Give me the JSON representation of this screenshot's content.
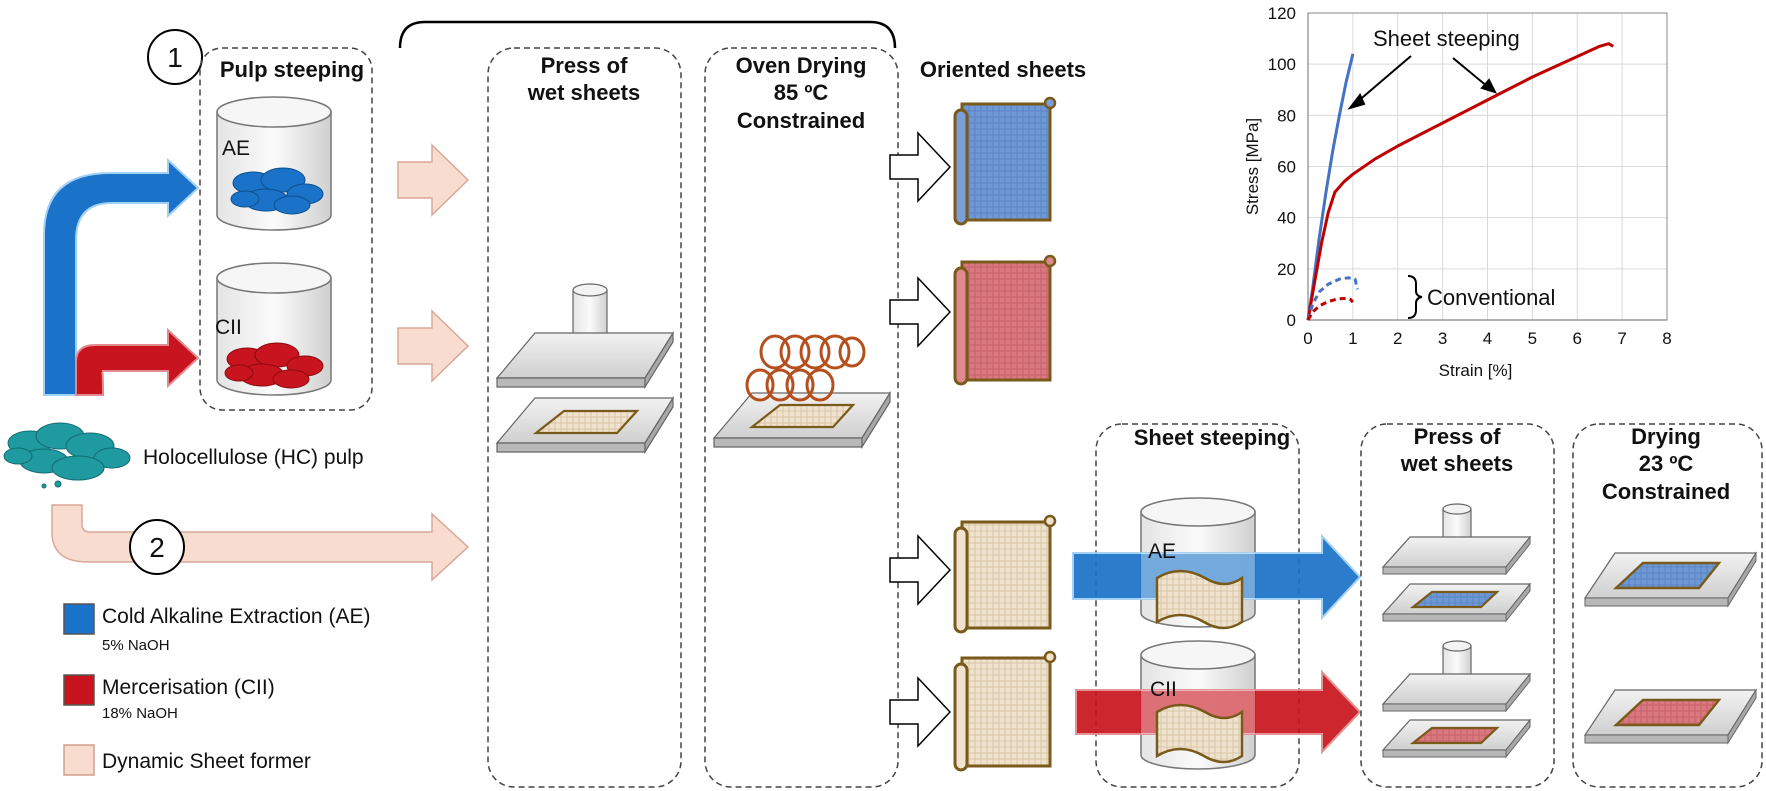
{
  "labels": {
    "step1": "1",
    "step2": "2",
    "pulp_steeping": "Pulp steeping",
    "ae": "AE",
    "cii": "CII",
    "press_line1": "Press of",
    "press_line2": "wet sheets",
    "oven_line1": "Oven Drying",
    "oven_line2": "85 ºC",
    "oven_line3": "Constrained",
    "oriented_sheets": "Oriented sheets",
    "hc_pulp": "Holocellulose (HC) pulp",
    "sheet_steeping_box": "Sheet steeping",
    "ae2": "AE",
    "cii2": "CII",
    "press2_line1": "Press of",
    "press2_line2": "wet sheets",
    "drying_line1": "Drying",
    "drying_line2": "23 ºC",
    "drying_line3": "Constrained"
  },
  "legend": [
    {
      "label": "Cold Alkaline Extraction (AE)",
      "sub": "5% NaOH",
      "color": "#1a73c8"
    },
    {
      "label": "Mercerisation (CII)",
      "sub": "18% NaOH",
      "color": "#c8141e"
    },
    {
      "label": "Dynamic Sheet former",
      "sub": "",
      "color": "#f8dcd0"
    }
  ],
  "colors": {
    "blue": "#1a73c8",
    "red": "#c8141e",
    "peach": "#f8dcd0",
    "teal": "#1f9aa0",
    "copper": "#b5501e",
    "chart_blue": "#4472c4",
    "chart_red": "#c00000"
  },
  "chart_data": {
    "type": "line",
    "xlabel": "Strain [%]",
    "ylabel": "Stress [MPa]",
    "xlim": [
      0,
      8
    ],
    "ylim": [
      0,
      120
    ],
    "xticks": [
      0,
      1,
      2,
      3,
      4,
      5,
      6,
      7,
      8
    ],
    "yticks": [
      0,
      20,
      40,
      60,
      80,
      100,
      120
    ],
    "grid": true,
    "series": [
      {
        "color": "#4472c4",
        "dashed": false,
        "points": [
          [
            0,
            0
          ],
          [
            0.1,
            12
          ],
          [
            0.25,
            32
          ],
          [
            0.4,
            50
          ],
          [
            0.55,
            66
          ],
          [
            0.7,
            80
          ],
          [
            0.85,
            93
          ],
          [
            1.0,
            104
          ]
        ]
      },
      {
        "color": "#c00000",
        "dashed": false,
        "points": [
          [
            0,
            0
          ],
          [
            0.15,
            15
          ],
          [
            0.3,
            30
          ],
          [
            0.45,
            42
          ],
          [
            0.6,
            50
          ],
          [
            0.8,
            54
          ],
          [
            1.0,
            57
          ],
          [
            1.5,
            63
          ],
          [
            2.0,
            68
          ],
          [
            2.5,
            72.5
          ],
          [
            3.0,
            77
          ],
          [
            3.5,
            81.5
          ],
          [
            4.0,
            86
          ],
          [
            4.5,
            90.5
          ],
          [
            5.0,
            95
          ],
          [
            5.5,
            99
          ],
          [
            6.0,
            103
          ],
          [
            6.5,
            107
          ],
          [
            6.7,
            108
          ],
          [
            6.8,
            107
          ]
        ]
      },
      {
        "color": "#4472c4",
        "dashed": true,
        "points": [
          [
            0,
            0
          ],
          [
            0.1,
            6
          ],
          [
            0.25,
            11
          ],
          [
            0.45,
            14
          ],
          [
            0.7,
            16
          ],
          [
            0.9,
            16.5
          ],
          [
            1.05,
            16
          ],
          [
            1.1,
            12
          ]
        ]
      },
      {
        "color": "#c00000",
        "dashed": true,
        "points": [
          [
            0,
            0
          ],
          [
            0.1,
            3
          ],
          [
            0.25,
            5.5
          ],
          [
            0.45,
            7.2
          ],
          [
            0.65,
            8.2
          ],
          [
            0.85,
            8.5
          ],
          [
            0.95,
            8
          ],
          [
            1.0,
            7
          ]
        ]
      }
    ],
    "annotations": [
      {
        "text": "Sheet steeping"
      },
      {
        "text": "Conventional"
      }
    ]
  }
}
